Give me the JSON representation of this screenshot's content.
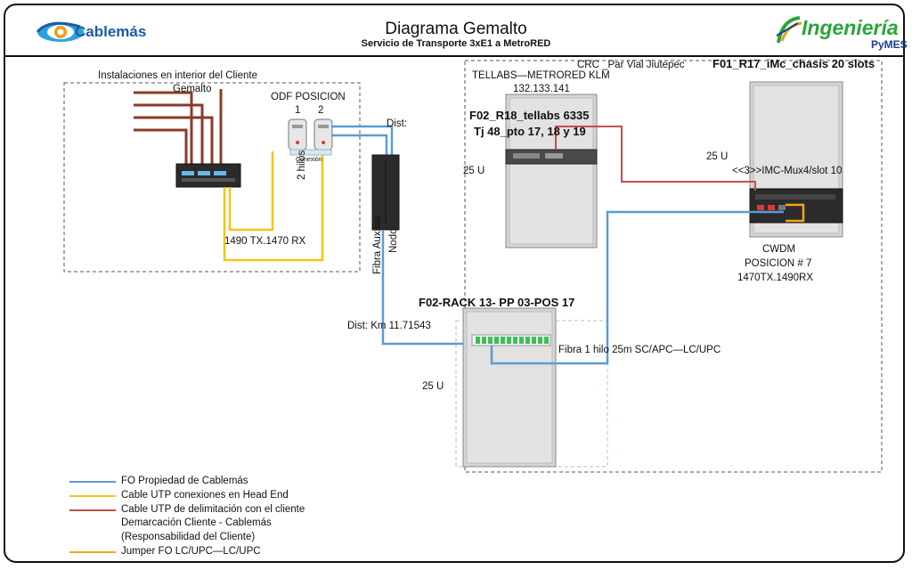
{
  "header": {
    "brand_left": "Cablemás",
    "title": "Diagrama Gemalto",
    "subtitle": "Servicio de Transporte  3xE1 a MetroRED",
    "brand_right": "Ingeniería",
    "brand_right_sub": "PyMES"
  },
  "client_area": {
    "label": "Instalaciones en interior del Cliente",
    "device_label": "Gemalto",
    "odf_label": "ODF POSICION",
    "odf_port_1": "1",
    "odf_port_2": "2",
    "conexion_label": "Conexión",
    "hilos_label": "2 hilos",
    "tx_rx_label": "1490 TX.1470 RX"
  },
  "node": {
    "dist_label": "Dist:",
    "fibra_label": "Fibra Auxiliar",
    "nodo_label": "Nodo",
    "dist_km_label": "Dist: Km 11.71543"
  },
  "crc": {
    "label": "CRC _Par Vial Jiutepec",
    "tellabs_label": "TELLABS—METRORED KLM",
    "ip_label": "132.133.141",
    "rack18_title": "F02_R18_tellabs 6335",
    "rack18_sub": "Tj 48_pto 17, 18 y 19",
    "rack18_units": "25 U",
    "rack17_title": "F01_R17_iMc_chasis 20 slots",
    "rack17_units": "25 U",
    "rack17_slot": "<<3>>IMC-Mux4/slot 10",
    "cwdm_label": "CWDM",
    "cwdm_pos": "POSICION # 7",
    "cwdm_txrx": "1470TX.1490RX",
    "rack13_title": "F02-RACK 13- PP 03-POS 17",
    "rack13_units": "25 U",
    "fibra_label": "Fibra 1 hilo 25m SC/APC—LC/UPC"
  },
  "legend": [
    {
      "label": "FO Propiedad de Cablemás",
      "color": "#5b9bd5"
    },
    {
      "label": "Cable UTP conexiones en Head End",
      "color": "#f5c518"
    },
    {
      "label": "Cable UTP de delimitación con el cliente",
      "color": "#c0504d"
    },
    {
      "label": "Demarcación Cliente - Cablemás",
      "color": ""
    },
    {
      "label": "(Responsabilidad del Cliente)",
      "color": ""
    },
    {
      "label": "Jumper FO LC/UPC—LC/UPC",
      "color": "#f5a31a"
    }
  ],
  "colors": {
    "fiber": "#5b9bd5",
    "utp_headend": "#f5c518",
    "utp_client": "#c0504d",
    "jumper": "#f5a31a",
    "gemalto_cable": "#8b3a2a"
  }
}
